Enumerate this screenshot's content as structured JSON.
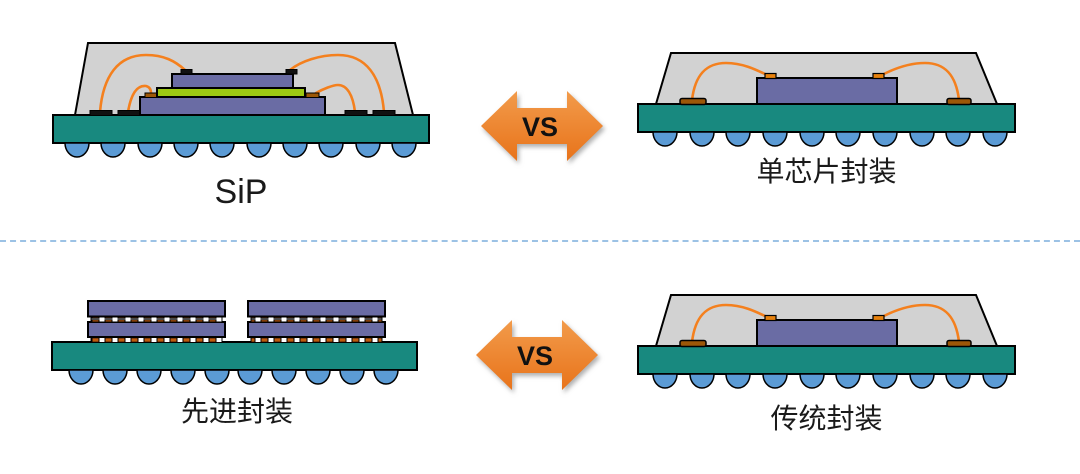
{
  "rows": [
    {
      "left": {
        "label": "SiP"
      },
      "vs": {
        "label": "VS"
      },
      "right": {
        "label": "单芯片封装"
      }
    },
    {
      "left": {
        "label": "先进封装"
      },
      "vs": {
        "label": "VS"
      },
      "right": {
        "label": "传统封装"
      }
    }
  ],
  "colors": {
    "substrate": "#18897F",
    "ball": "#5B9BD5",
    "mold": "#D2D2D2",
    "die": "#6A6CA4",
    "die-green": "#9CC813",
    "wire": "#F4801E",
    "pad-dark": "#111111",
    "pad-brown": "#9C5708",
    "pad-orange": "#E8820E",
    "bump": "#BF5B0E",
    "arrow-light": "#F29B4B",
    "arrow-dark": "#E8731A",
    "divider": "#9CC2E5",
    "outline": "#000000",
    "text": "#1A1A1A"
  }
}
